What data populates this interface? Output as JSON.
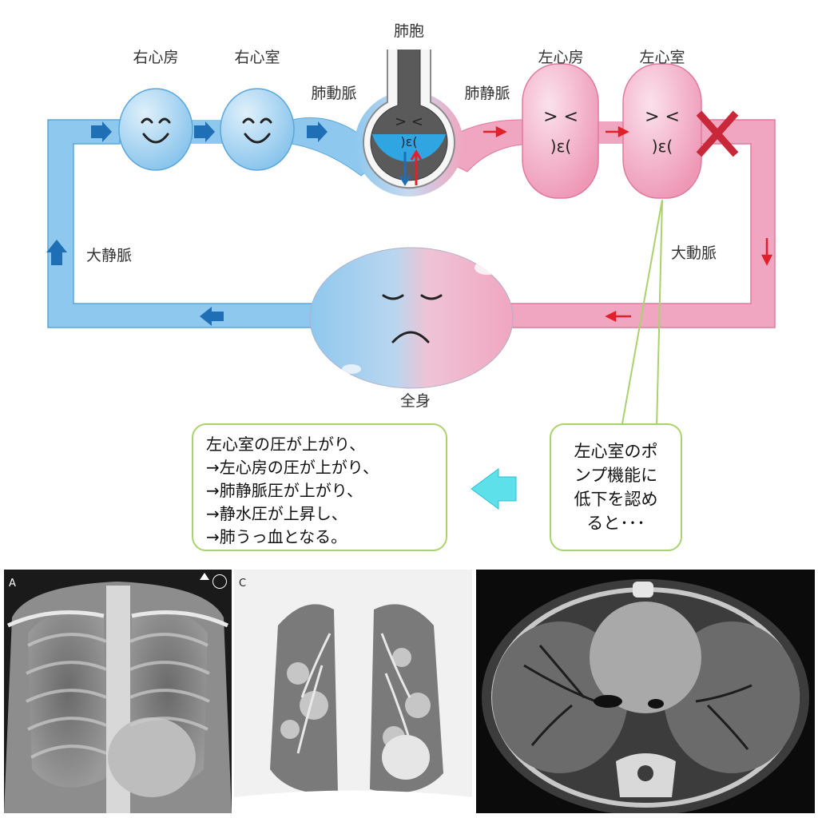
{
  "diagram": {
    "labels": {
      "right_atrium": "右心房",
      "right_ventricle": "右心室",
      "alveolus": "肺胞",
      "left_atrium": "左心房",
      "left_ventricle": "左心室",
      "pulmonary_artery": "肺動脈",
      "pulmonary_vein": "肺静脈",
      "vena_cava": "大静脈",
      "aorta": "大動脈",
      "whole_body": "全身"
    },
    "face_glyphs": {
      "squint_eyes": "> <",
      "cheeks": ")ε("
    },
    "colors": {
      "venous_blue": "#8ec8ee",
      "arterial_pink": "#f0a6c0",
      "arrow_blue": "#1f6fb7",
      "arrow_red": "#e0202c",
      "callout_border": "#a9d26c",
      "block_x": "#c8283a"
    }
  },
  "callouts": {
    "left_lines": [
      "左心室の圧が上がり、",
      "→左心房の圧が上がり、",
      "→肺静脈圧が上がり、",
      "→静水圧が上昇し、",
      "→肺うっ血となる。"
    ],
    "right_lines": [
      "左心室のポ",
      "ンプ機能に",
      "低下を認め",
      "ると･･･"
    ]
  },
  "images": {
    "panel_a_letter": "A",
    "panel_c_letter": "C"
  }
}
